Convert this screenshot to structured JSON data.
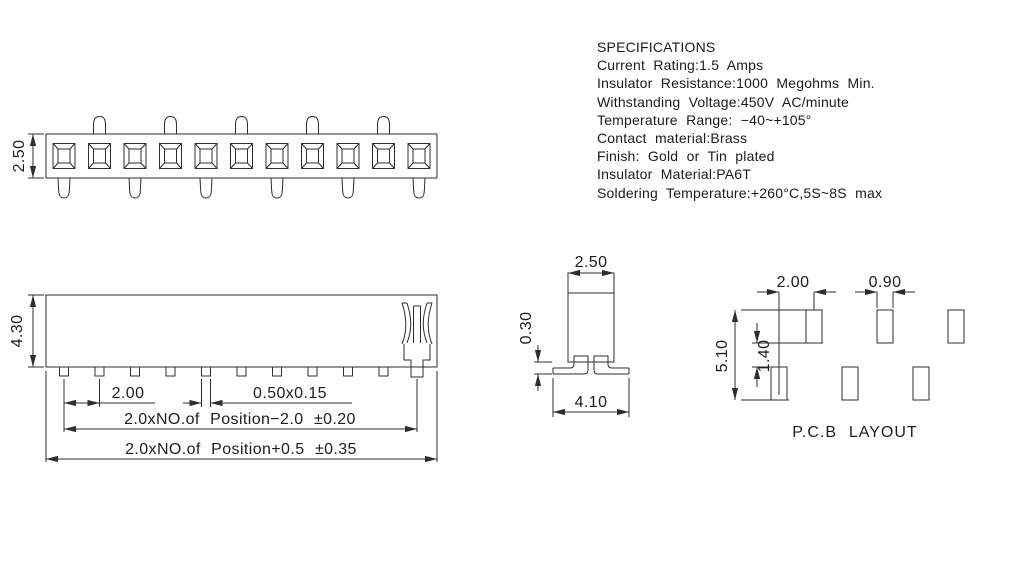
{
  "specifications": {
    "title": "SPECIFICATIONS",
    "lines": [
      "Current Rating:1.5 Amps",
      "Insulator Resistance:1000 Megohms Min.",
      "Withstanding Voltage:450V AC/minute",
      "Temperature Range: −40~+105°",
      "Contact material:Brass",
      "Finish: Gold or Tin plated",
      "Insulator Material:PA6T",
      "Soldering Temperature:+260°C,5S~8S max"
    ]
  },
  "views": {
    "top": {
      "height_dim": "2.50"
    },
    "front": {
      "height_dim": "4.30",
      "pitch_dim": "2.00",
      "pin_dim": "0.50x0.15",
      "pins_span_dim": "2.0xNO.of Position−2.0 ±0.20",
      "body_span_dim": "2.0xNO.of Position+0.5 ±0.35"
    },
    "side": {
      "width_dim": "2.50",
      "lead_dim": "0.30",
      "total_width_dim": "4.10"
    },
    "pcb": {
      "pitch_dim": "2.00",
      "pad_width_dim": "0.90",
      "row_span_dim": "5.10",
      "row_gap_dim": "1.40",
      "label": "P.C.B LAYOUT"
    }
  }
}
